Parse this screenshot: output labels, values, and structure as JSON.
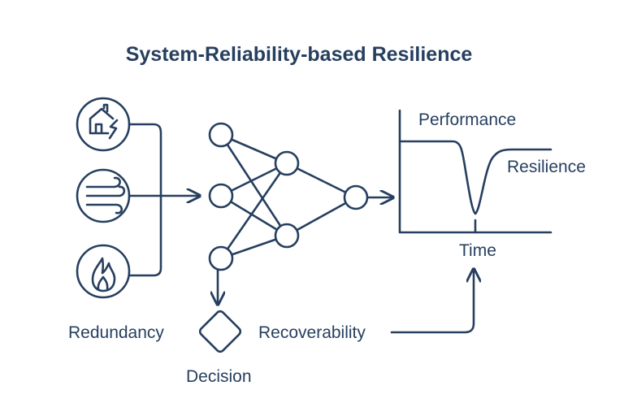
{
  "title": "System-Reliability-based Resilience",
  "labels": {
    "redundancy": "Redundancy",
    "decision": "Decision",
    "recoverability": "Recoverability",
    "performance": "Performance",
    "resilience": "Resilience",
    "time": "Time"
  },
  "icons": {
    "hazard_1": "house-damage-icon",
    "hazard_2": "wind-icon",
    "hazard_3": "fire-icon",
    "decision": "diamond-decision-icon"
  },
  "colors": {
    "primary": "#263f5f",
    "background": "#ffffff"
  }
}
